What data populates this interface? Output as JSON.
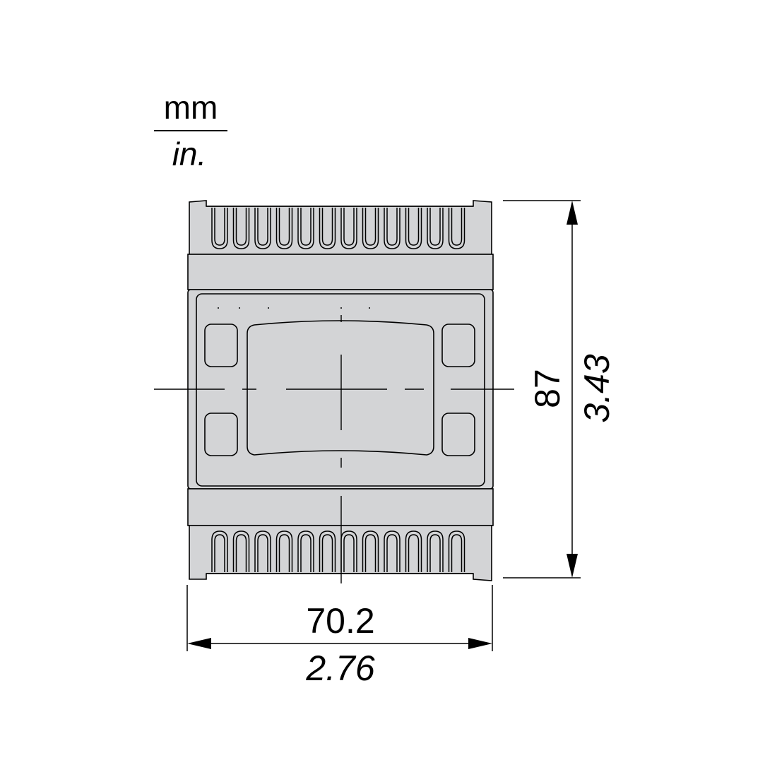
{
  "units": {
    "metric": "mm",
    "imperial": "in."
  },
  "dimensions": {
    "width": {
      "mm": "70.2",
      "inch": "2.76"
    },
    "height": {
      "mm": "87",
      "inch": "3.43"
    }
  },
  "colors": {
    "body_fill": "#d3d4d6",
    "outline": "#000000",
    "background": "#ffffff"
  }
}
